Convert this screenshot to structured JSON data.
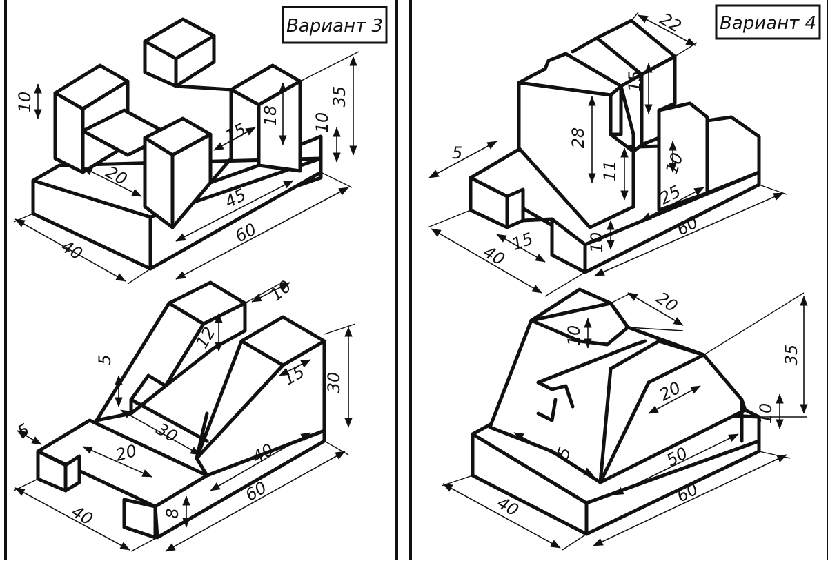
{
  "variants": [
    {
      "title": "Вариант 3",
      "top_part": {
        "dimensions": {
          "d_10_left": "10",
          "d_20": "20",
          "d_15": "15",
          "d_18": "18",
          "d_35": "35",
          "d_10_right": "10",
          "d_45": "45",
          "d_40": "40",
          "d_60": "60"
        }
      },
      "bottom_part": {
        "dimensions": {
          "d_10_top": "10",
          "d_12": "12",
          "d_5_left": "5",
          "d_15": "15",
          "d_30_slot": "30",
          "d_30_height": "30",
          "d_5_base": "5",
          "d_20": "20",
          "d_40_slope": "40",
          "d_8": "8",
          "d_40_depth": "40",
          "d_60": "60"
        }
      }
    },
    {
      "title": "Вариант 4",
      "top_part": {
        "dimensions": {
          "d_22": "22",
          "d_15_rib": "15",
          "d_5": "5",
          "d_28": "28",
          "d_11": "11",
          "d_10_inner": "10",
          "d_25": "25",
          "d_60": "60",
          "d_10_step": "10",
          "d_15_notch": "15",
          "d_40": "40"
        }
      },
      "bottom_part": {
        "dimensions": {
          "d_20_top": "20",
          "d_10_slot": "10",
          "d_35": "35",
          "d_20_inner": "20",
          "d_10_side": "10",
          "d_5": "5",
          "d_50": "50",
          "d_40": "40",
          "d_60": "60"
        }
      }
    }
  ]
}
